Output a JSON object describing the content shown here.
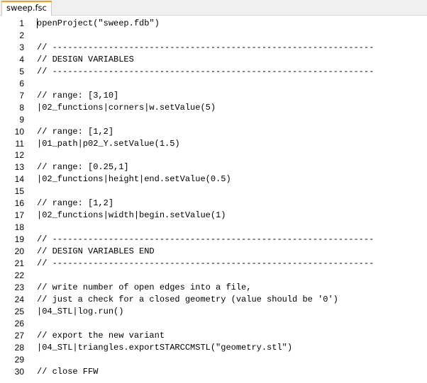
{
  "tab": {
    "title": "sweep.fsc"
  },
  "lines": [
    {
      "num": "1",
      "text": "openProject(\"sweep.fdb\")"
    },
    {
      "num": "2",
      "text": ""
    },
    {
      "num": "3",
      "text": "// ---------------------------------------------------------------"
    },
    {
      "num": "4",
      "text": "// DESIGN VARIABLES"
    },
    {
      "num": "5",
      "text": "// ---------------------------------------------------------------"
    },
    {
      "num": "6",
      "text": ""
    },
    {
      "num": "7",
      "text": "// range: [3,10]"
    },
    {
      "num": "8",
      "text": "|02_functions|corners|w.setValue(5)"
    },
    {
      "num": "9",
      "text": ""
    },
    {
      "num": "10",
      "text": "// range: [1,2]"
    },
    {
      "num": "11",
      "text": "|01_path|p02_Y.setValue(1.5)"
    },
    {
      "num": "12",
      "text": ""
    },
    {
      "num": "13",
      "text": "// range: [0.25,1]"
    },
    {
      "num": "14",
      "text": "|02_functions|height|end.setValue(0.5)"
    },
    {
      "num": "15",
      "text": ""
    },
    {
      "num": "16",
      "text": "// range: [1,2]"
    },
    {
      "num": "17",
      "text": "|02_functions|width|begin.setValue(1)"
    },
    {
      "num": "18",
      "text": ""
    },
    {
      "num": "19",
      "text": "// ---------------------------------------------------------------"
    },
    {
      "num": "20",
      "text": "// DESIGN VARIABLES END"
    },
    {
      "num": "21",
      "text": "// ---------------------------------------------------------------"
    },
    {
      "num": "22",
      "text": ""
    },
    {
      "num": "23",
      "text": "// write number of open edges into a file,"
    },
    {
      "num": "24",
      "text": "// just a check for a closed geometry (value should be '0')"
    },
    {
      "num": "25",
      "text": "|04_STL|log.run()"
    },
    {
      "num": "26",
      "text": ""
    },
    {
      "num": "27",
      "text": "// export the new variant"
    },
    {
      "num": "28",
      "text": "|04_STL|triangles.exportSTARCCMSTL(\"geometry.stl\")"
    },
    {
      "num": "29",
      "text": ""
    },
    {
      "num": "30",
      "text": "// close FFW"
    }
  ]
}
